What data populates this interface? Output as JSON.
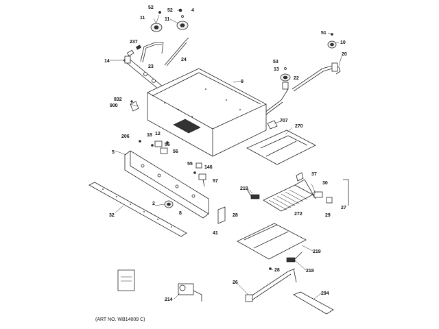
{
  "diagram": {
    "art_number": "(ART NO. WB14009 C)",
    "labels": [
      {
        "id": "52a",
        "text": "52"
      },
      {
        "id": "4",
        "text": "4"
      },
      {
        "id": "11a",
        "text": "11"
      },
      {
        "id": "52b",
        "text": "52"
      },
      {
        "id": "11b",
        "text": "11"
      },
      {
        "id": "237",
        "text": "237"
      },
      {
        "id": "23",
        "text": "23"
      },
      {
        "id": "24",
        "text": "24"
      },
      {
        "id": "14",
        "text": "14"
      },
      {
        "id": "51",
        "text": "51"
      },
      {
        "id": "10",
        "text": "10"
      },
      {
        "id": "20",
        "text": "20"
      },
      {
        "id": "53",
        "text": "53"
      },
      {
        "id": "13",
        "text": "13"
      },
      {
        "id": "22",
        "text": "22"
      },
      {
        "id": "9",
        "text": "9"
      },
      {
        "id": "832",
        "text": "832"
      },
      {
        "id": "900",
        "text": "900"
      },
      {
        "id": "707",
        "text": "707"
      },
      {
        "id": "270",
        "text": "270"
      },
      {
        "id": "206",
        "text": "206"
      },
      {
        "id": "18",
        "text": "18"
      },
      {
        "id": "12",
        "text": "12"
      },
      {
        "id": "56a",
        "text": "56"
      },
      {
        "id": "56b",
        "text": "56"
      },
      {
        "id": "5",
        "text": "5"
      },
      {
        "id": "55",
        "text": "55"
      },
      {
        "id": "146",
        "text": "146"
      },
      {
        "id": "57",
        "text": "57"
      },
      {
        "id": "37",
        "text": "37"
      },
      {
        "id": "30",
        "text": "30"
      },
      {
        "id": "218a",
        "text": "218"
      },
      {
        "id": "2",
        "text": "2"
      },
      {
        "id": "8",
        "text": "8"
      },
      {
        "id": "32",
        "text": "32"
      },
      {
        "id": "28a",
        "text": "28"
      },
      {
        "id": "272",
        "text": "272"
      },
      {
        "id": "29",
        "text": "29"
      },
      {
        "id": "27",
        "text": "27"
      },
      {
        "id": "41",
        "text": "41"
      },
      {
        "id": "219",
        "text": "219"
      },
      {
        "id": "28b",
        "text": "28"
      },
      {
        "id": "218b",
        "text": "218"
      },
      {
        "id": "26",
        "text": "26"
      },
      {
        "id": "214",
        "text": "214"
      },
      {
        "id": "294",
        "text": "294"
      }
    ]
  }
}
